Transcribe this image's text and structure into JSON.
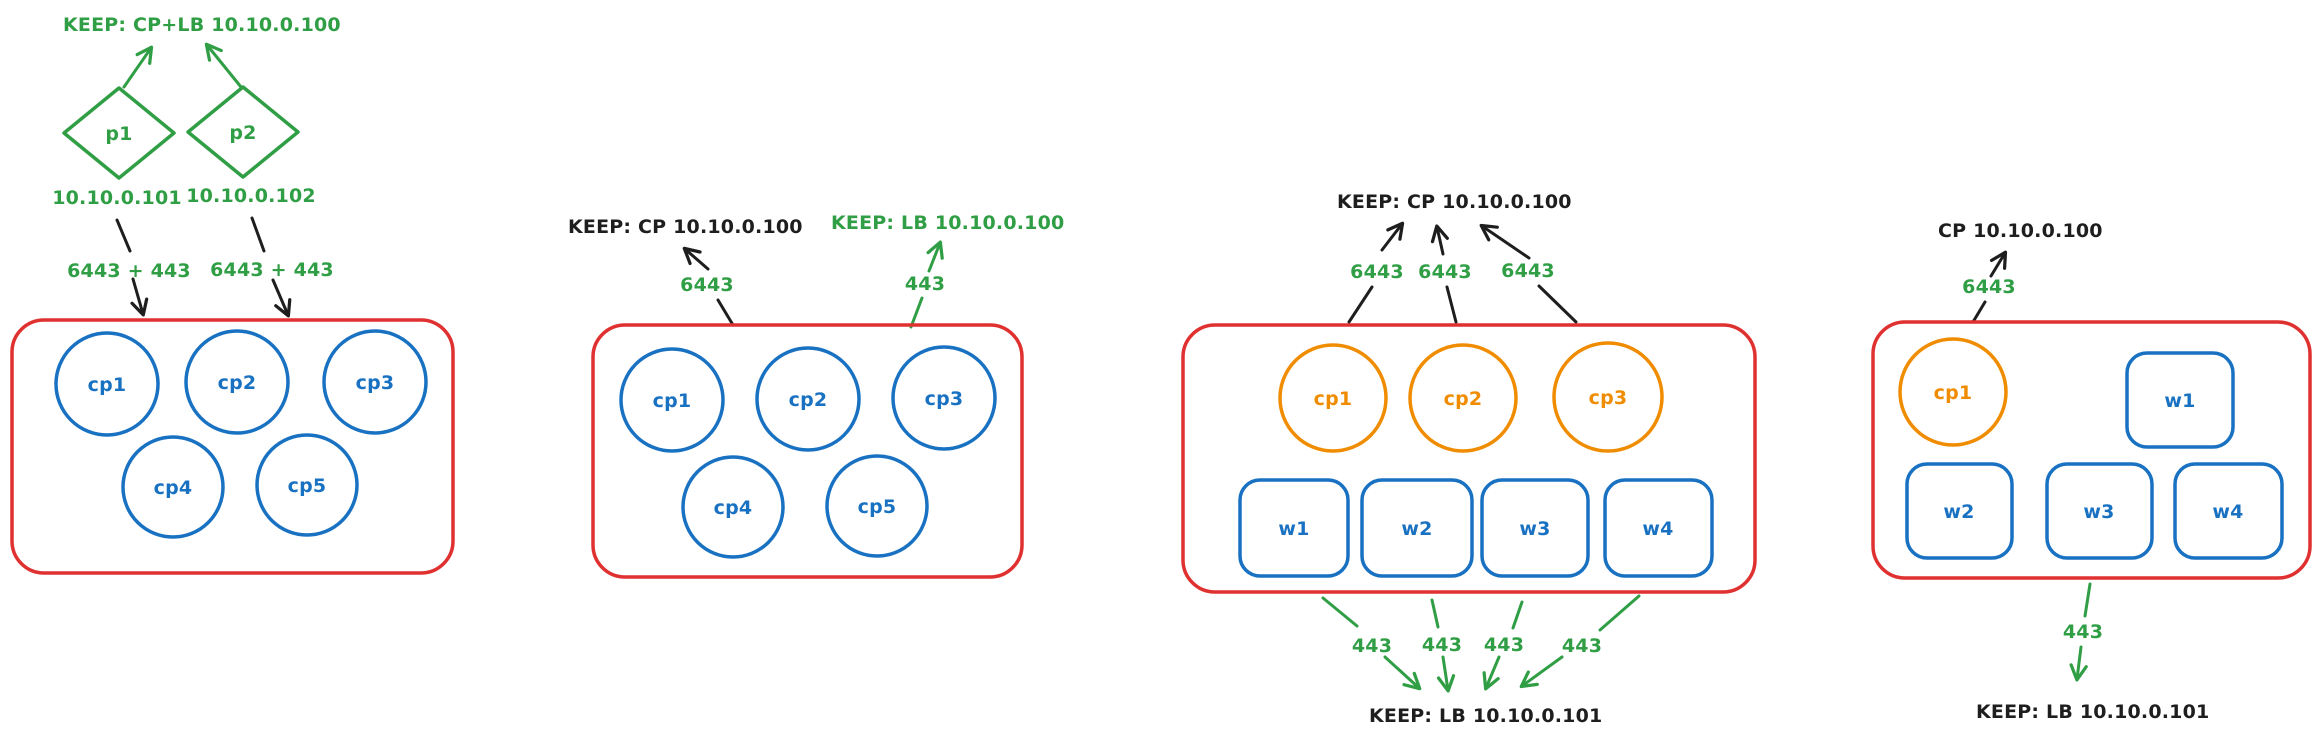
{
  "palette": {
    "green": "#2f9e44",
    "red": "#e03131",
    "blue": "#1971c2",
    "orange": "#f08c00",
    "ink": "#1e1e1e"
  },
  "diagram1": {
    "keep_label": "KEEP: CP+LB 10.10.0.100",
    "proxies": [
      {
        "name": "p1",
        "ip": "10.10.0.101",
        "ports": "6443 + 443"
      },
      {
        "name": "p2",
        "ip": "10.10.0.102",
        "ports": "6443 + 443"
      }
    ],
    "cp_nodes": [
      "cp1",
      "cp2",
      "cp3",
      "cp4",
      "cp5"
    ]
  },
  "diagram2": {
    "keep_cp_label": "KEEP: CP 10.10.0.100",
    "keep_lb_label": "KEEP: LB 10.10.0.100",
    "cp_port": "6443",
    "lb_port": "443",
    "cp_nodes": [
      "cp1",
      "cp2",
      "cp3",
      "cp4",
      "cp5"
    ]
  },
  "diagram3": {
    "keep_cp_label": "KEEP: CP 10.10.0.100",
    "keep_lb_label": "KEEP: LB 10.10.0.101",
    "cp_ports": [
      "6443",
      "6443",
      "6443"
    ],
    "lb_ports": [
      "443",
      "443",
      "443",
      "443"
    ],
    "cp_nodes": [
      "cp1",
      "cp2",
      "cp3"
    ],
    "worker_nodes": [
      "w1",
      "w2",
      "w3",
      "w4"
    ]
  },
  "diagram4": {
    "cp_label": "CP 10.10.0.100",
    "keep_lb_label": "KEEP: LB 10.10.0.101",
    "cp_port": "6443",
    "lb_port": "443",
    "cp_nodes": [
      "cp1"
    ],
    "worker_nodes": [
      "w1",
      "w2",
      "w3",
      "w4"
    ]
  }
}
